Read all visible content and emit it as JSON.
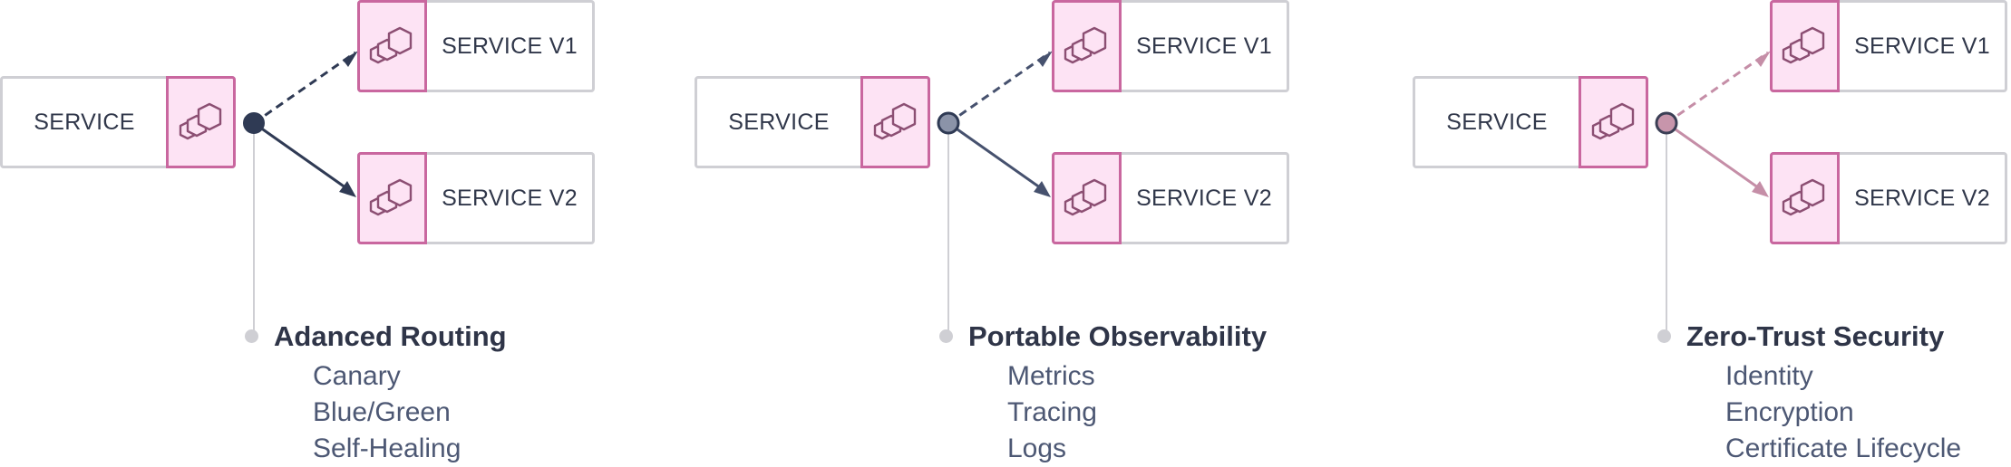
{
  "panels": [
    {
      "source_label": "SERVICE",
      "v1_label": "SERVICE V1",
      "v2_label": "SERVICE V2",
      "node_color": "#2f3a54",
      "arrow_color": "#2f3a54",
      "feature_title": "Adanced Routing",
      "items": [
        "Canary",
        "Blue/Green",
        "Self-Healing"
      ]
    },
    {
      "source_label": "SERVICE",
      "v1_label": "SERVICE V1",
      "v2_label": "SERVICE V2",
      "node_color": "#8b93a8",
      "arrow_color": "#46516e",
      "feature_title": "Portable Observability",
      "items": [
        "Metrics",
        "Tracing",
        "Logs"
      ]
    },
    {
      "source_label": "SERVICE",
      "v1_label": "SERVICE V1",
      "v2_label": "SERVICE V2",
      "node_color": "#c795ab",
      "arrow_color": "#c58ea7",
      "feature_title": "Zero-Trust Security",
      "items": [
        "Identity",
        "Encryption",
        "Certificate Lifecycle"
      ]
    }
  ]
}
